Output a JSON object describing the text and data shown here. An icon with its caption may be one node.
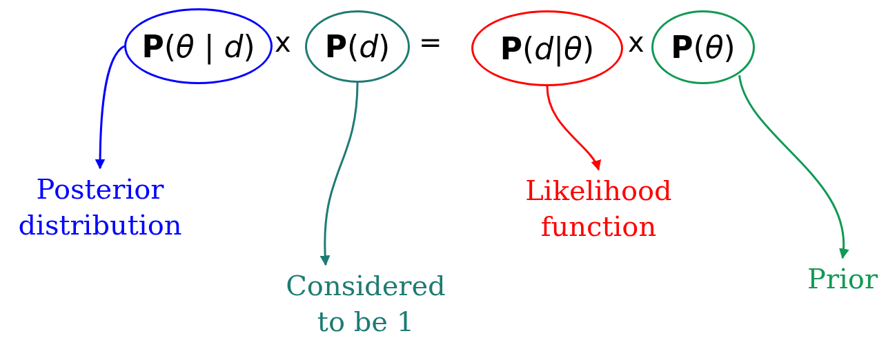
{
  "diagram": {
    "nodes": [
      {
        "text": [
          "**P**(*θ* | *d*)"
        ]
      },
      {
        "text": [
          "**P**(*d*)"
        ]
      },
      {
        "text": [
          "**P**(*d*|*θ*)"
        ]
      },
      {
        "text": [
          "**P**(*θ*)"
        ]
      },
      {
        "text": [
          "Posterior distribution"
        ]
      },
      {
        "text": [
          "Considered to be 1"
        ]
      },
      {
        "text": [
          "Likelihood function"
        ]
      },
      {
        "text": [
          "Prior"
        ]
      }
    ],
    "edges": [
      {
        "from": 0,
        "to": 4,
        "arrow": "to",
        "color": "#0000ff"
      },
      {
        "from": 1,
        "to": 5,
        "arrow": "to",
        "color": "#1e7b73"
      },
      {
        "from": 2,
        "to": 6,
        "arrow": "to",
        "color": "#ff0000"
      },
      {
        "from": 3,
        "to": 7,
        "arrow": "to",
        "color": "#119955"
      }
    ],
    "labels": [
      "x",
      "=",
      "x"
    ]
  }
}
